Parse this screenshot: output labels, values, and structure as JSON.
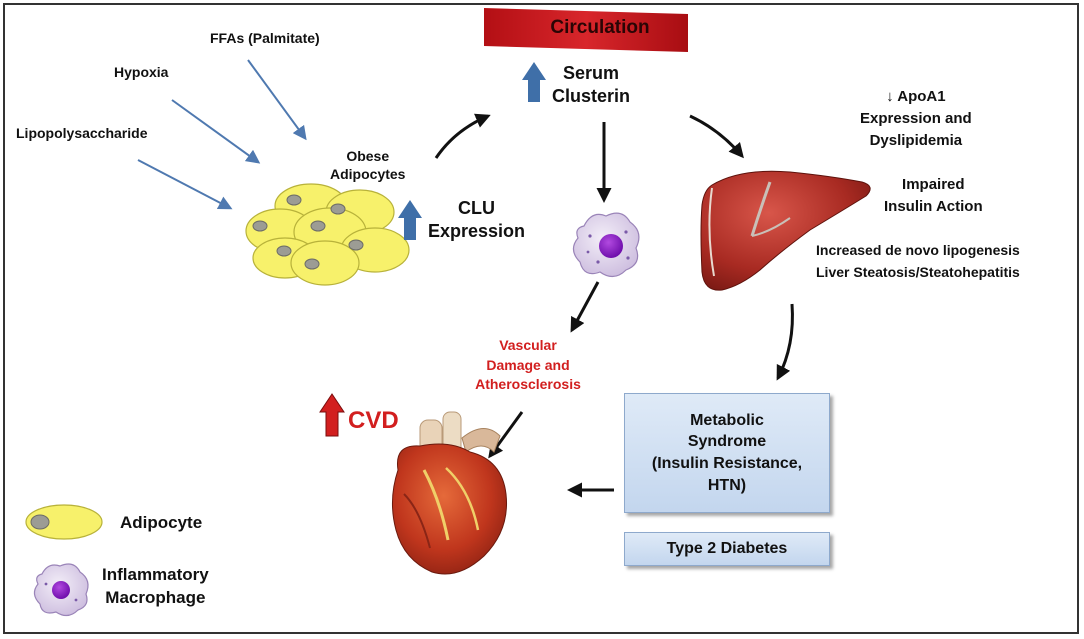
{
  "stressors": {
    "ffas": "FFAs (Palmitate)",
    "hypoxia": "Hypoxia",
    "lps": "Lipopolysaccharide"
  },
  "obese_adipocytes": {
    "line1": "Obese",
    "line2": "Adipocytes"
  },
  "clu_expression": {
    "line1": "CLU",
    "line2": "Expression"
  },
  "circulation": "Circulation",
  "serum_clusterin": {
    "line1": "Serum",
    "line2": "Clusterin"
  },
  "liver_effects": {
    "apoa1_line1": "↓ ApoA1",
    "apoa1_line2": "Expression and",
    "apoa1_line3": "Dyslipidemia",
    "insulin_line1": "Impaired",
    "insulin_line2": "Insulin Action",
    "lipo_line1": "Increased de novo lipogenesis",
    "lipo_line2": "Liver Steatosis/Steatohepatitis"
  },
  "vascular": {
    "line1": "Vascular",
    "line2": "Damage and",
    "line3": "Atherosclerosis"
  },
  "cvd": "CVD",
  "metabolic_syndrome": {
    "line1": "Metabolic",
    "line2": "Syndrome",
    "line3": "(Insulin Resistance,",
    "line4": "HTN)"
  },
  "type2_diabetes": "Type 2 Diabetes",
  "legend": {
    "adipocyte": "Adipocyte",
    "macrophage_line1": "Inflammatory",
    "macrophage_line2": "Macrophage"
  },
  "colors": {
    "up_arrow_blue": "#3f6fa8",
    "up_arrow_red": "#d21f1f",
    "circulation_bar": "#c8161b",
    "red_text": "#d21f1f",
    "adipocyte_fill": "#f7f16b",
    "box_fill": "#cfdcee"
  }
}
